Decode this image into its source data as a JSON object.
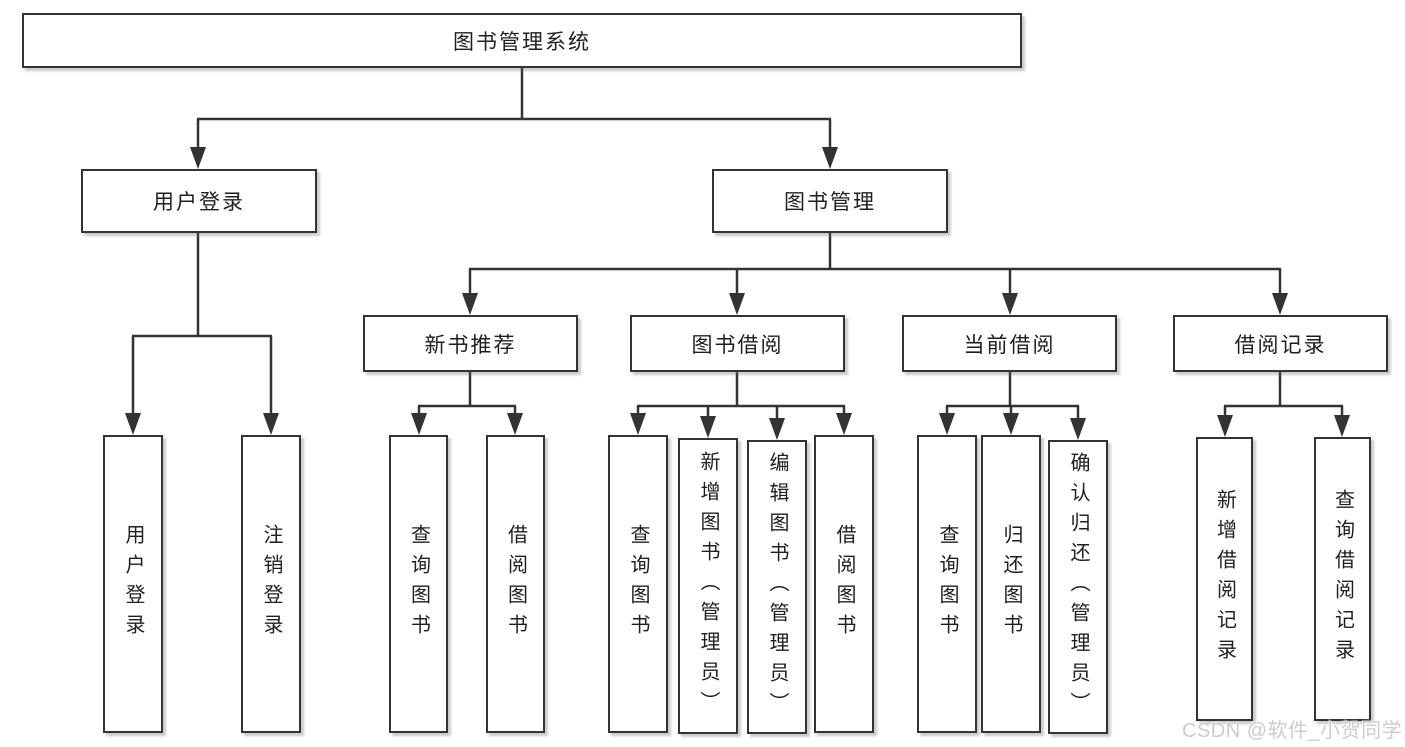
{
  "colors": {
    "line": "#333333",
    "box_border": "#333333",
    "box_fill": "#ffffff",
    "background": "#ffffff",
    "text": "#1f1f1f",
    "watermark": "#c9cdd2"
  },
  "watermark": {
    "text": "CSDN @软件_小贺同学"
  },
  "tree": {
    "label": "图书管理系统",
    "children": [
      {
        "label": "用户登录",
        "children": [
          {
            "label": "用户登录"
          },
          {
            "label": "注销登录"
          }
        ]
      },
      {
        "label": "图书管理",
        "children": [
          {
            "label": "新书推荐",
            "children": [
              {
                "label": "查询图书"
              },
              {
                "label": "借阅图书"
              }
            ]
          },
          {
            "label": "图书借阅",
            "children": [
              {
                "label": "查询图书"
              },
              {
                "label": "新增图书（管理员）"
              },
              {
                "label": "编辑图书（管理员）"
              },
              {
                "label": "借阅图书"
              }
            ]
          },
          {
            "label": "当前借阅",
            "children": [
              {
                "label": "查询图书"
              },
              {
                "label": "归还图书"
              },
              {
                "label": "确认归还（管理员）"
              }
            ]
          },
          {
            "label": "借阅记录",
            "children": [
              {
                "label": "新增借阅记录"
              },
              {
                "label": "查询借阅记录"
              }
            ]
          }
        ]
      }
    ]
  }
}
